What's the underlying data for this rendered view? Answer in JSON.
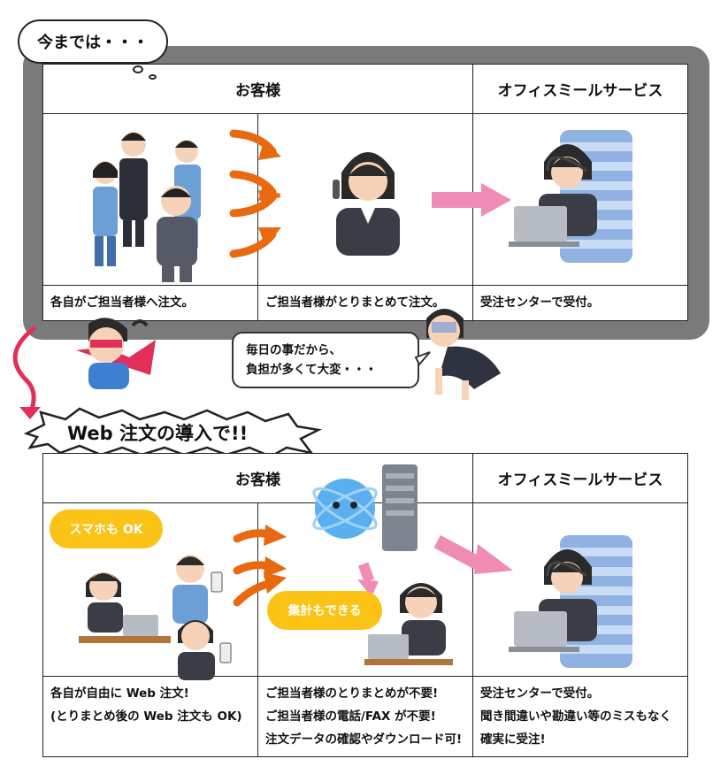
{
  "before": {
    "bubble": "今までは・・・",
    "header_customer": "お客様",
    "header_service": "オフィスミールサービス",
    "descriptions": [
      "各自がご担当者様へ注文。",
      "ご担当者様がとりまとめて注文。",
      "受注センターで受付。"
    ],
    "speech_lines": [
      "毎日の事だから、",
      "負担が多くて大変・・・"
    ]
  },
  "after": {
    "banner": "Web 注文の導入で!!",
    "header_customer": "お客様",
    "header_service": "オフィスミールサービス",
    "pill_smartphone": "スマホも OK",
    "pill_aggregate": "集計もできる",
    "descriptions": [
      [
        "各自が自由に Web 注文!",
        "(とりまとめ後の Web 注文も OK)"
      ],
      [
        "ご担当者様のとりまとめが不要!",
        "ご担当者様の電話/FAX が不要!",
        "注文データの確認やダウンロード可!"
      ],
      [
        "受注センターで受付。",
        "聞き間違いや勘違い等のミスもなく",
        "確実に受注!"
      ]
    ]
  },
  "colors": {
    "before_panel": "#7a7a7a",
    "after_panel": "#fdd55c",
    "orange_arrow": "#e8690f",
    "pink_arrow": "#f08bb4",
    "pill": "#fbc316",
    "hero_arrow": "#e0305a"
  }
}
